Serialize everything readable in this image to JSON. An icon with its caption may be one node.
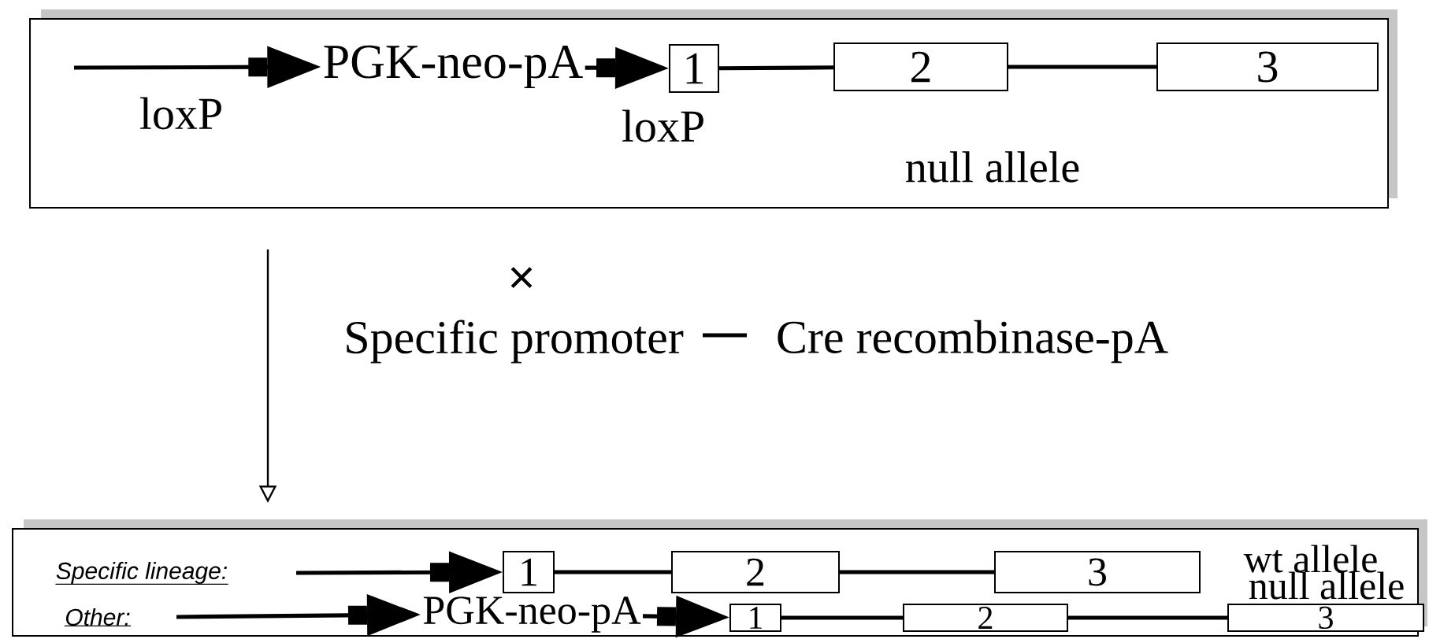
{
  "diagram": {
    "nodes": [
      {
        "text": [
          "null allele"
        ]
      },
      {
        "text": [
          "PGK-neo-pA"
        ],
        "in": 0
      },
      {
        "text": [
          "1"
        ],
        "in": 0
      },
      {
        "text": [
          "2"
        ],
        "in": 0
      },
      {
        "text": [
          "3"
        ],
        "in": 0
      },
      {
        "text": [],
        "shape": "box"
      },
      {
        "text": [
          "1"
        ],
        "in": 5
      },
      {
        "text": [
          "2"
        ],
        "in": 5
      },
      {
        "text": [
          "3"
        ],
        "in": 5
      },
      {
        "text": [
          "PGK-neo-pA"
        ],
        "in": 5
      },
      {
        "text": [
          "1"
        ],
        "in": 5
      },
      {
        "text": [
          "2"
        ],
        "in": 5
      },
      {
        "text": [
          "3"
        ],
        "in": 5
      }
    ],
    "edges": [
      {
        "from": null,
        "to": 1,
        "arrow": "to"
      },
      {
        "from": 1,
        "to": 2,
        "arrow": "to"
      },
      {
        "from": 2,
        "to": 3,
        "arrow": "none"
      },
      {
        "from": 3,
        "to": 4,
        "arrow": "none"
      },
      {
        "from": 0,
        "to": 5,
        "arrow": "to"
      },
      {
        "from": null,
        "to": 6,
        "arrow": "to"
      },
      {
        "from": 6,
        "to": 7,
        "arrow": "none"
      },
      {
        "from": 7,
        "to": 8,
        "arrow": "none"
      },
      {
        "from": null,
        "to": 9,
        "arrow": "to"
      },
      {
        "from": 9,
        "to": 10,
        "arrow": "to"
      },
      {
        "from": 10,
        "to": 11,
        "arrow": "none"
      },
      {
        "from": 11,
        "to": 12,
        "arrow": "none"
      }
    ],
    "labels": [
      "loxP",
      "loxP",
      "×",
      "Specific promoter",
      "Cre recombinase-pA",
      "Specific lineage:",
      "wt allele",
      "Other:",
      "null allele"
    ]
  }
}
